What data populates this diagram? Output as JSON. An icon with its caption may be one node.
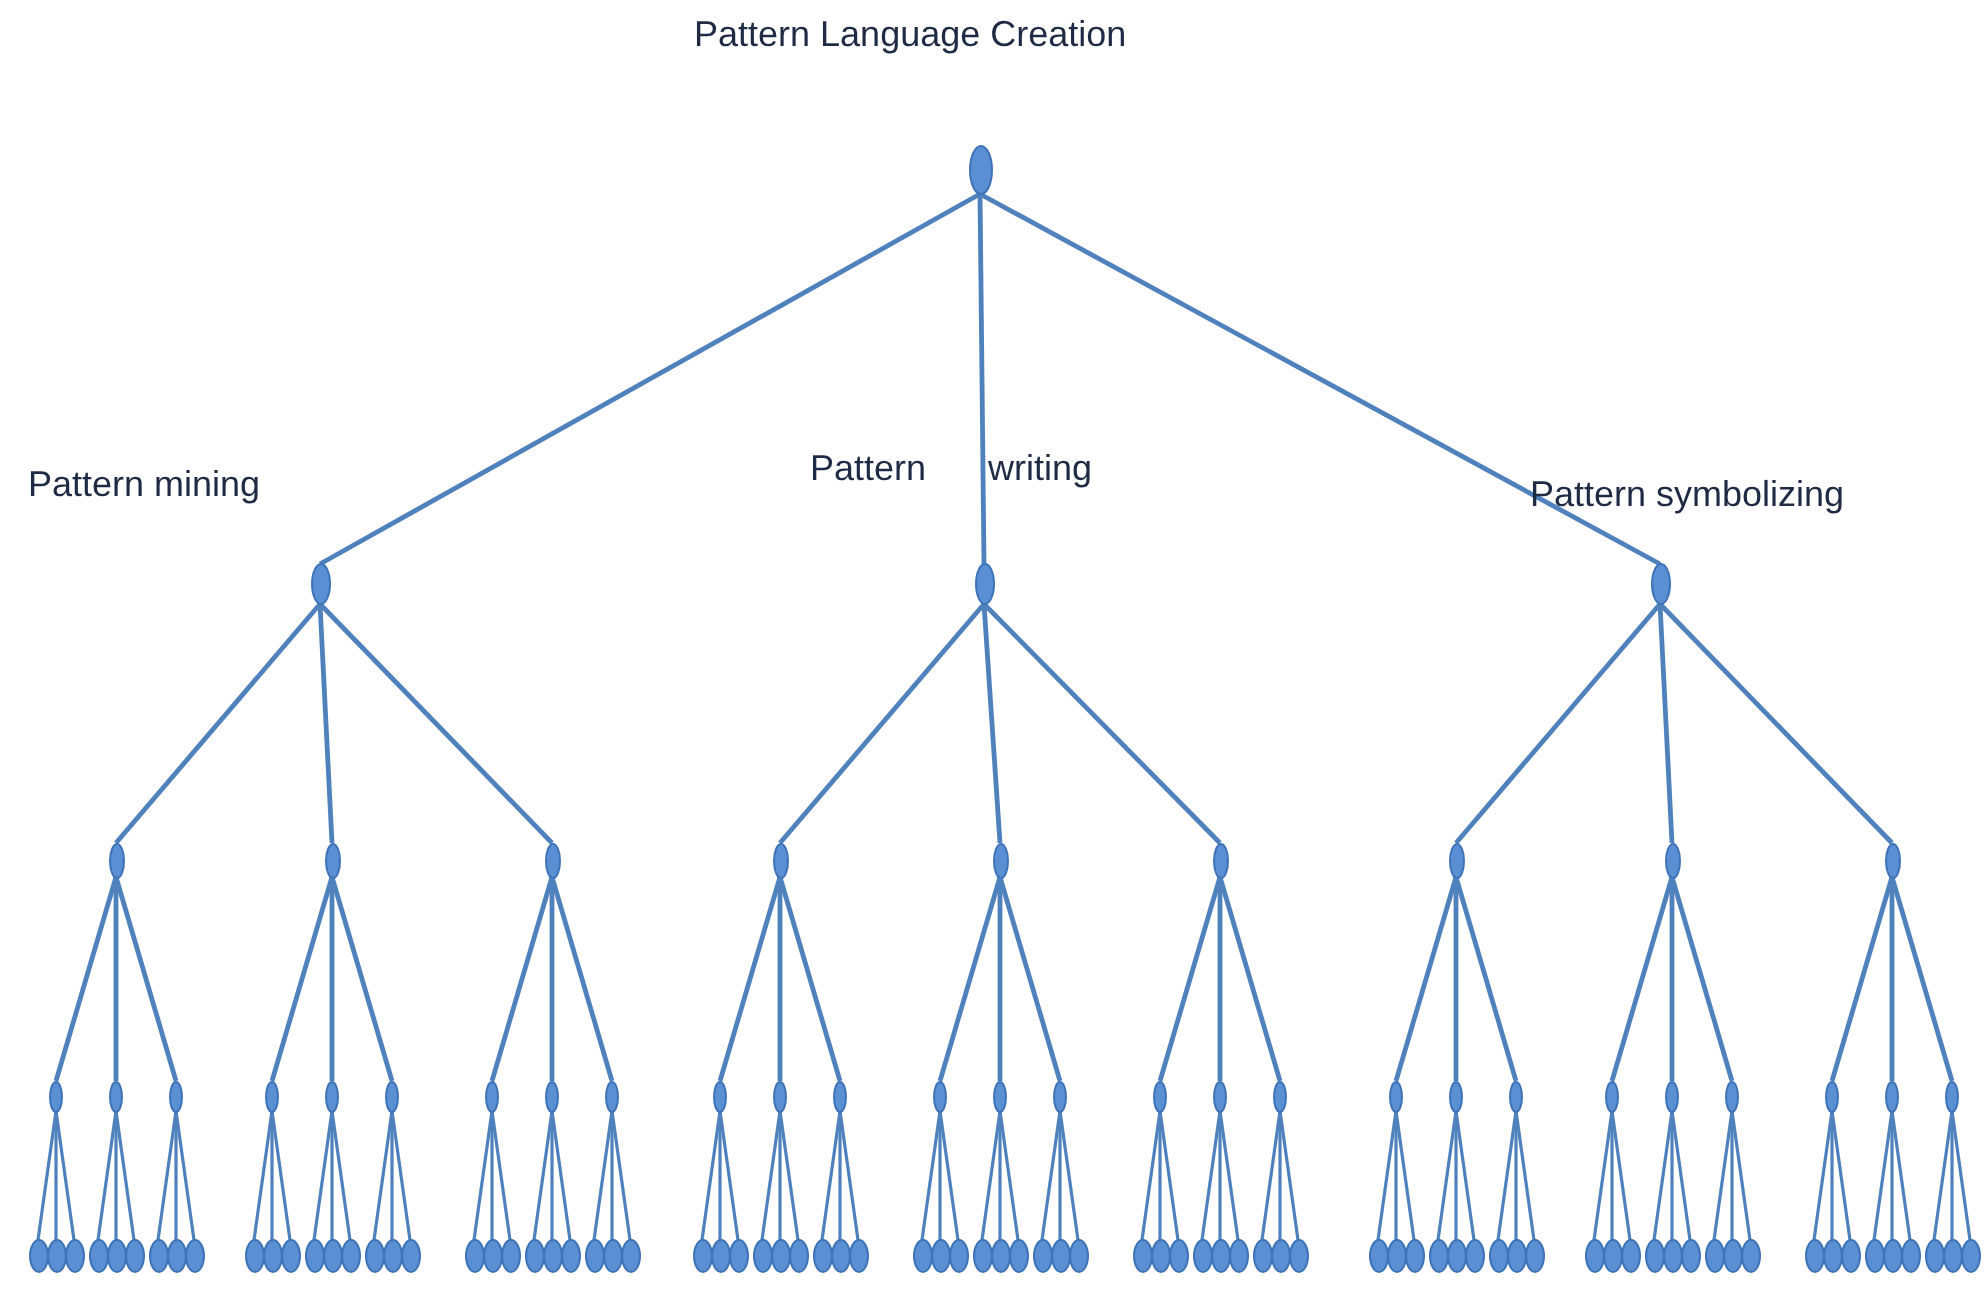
{
  "diagram": {
    "nodes": [
      {
        "text": [
          "Pattern Language Creation"
        ]
      },
      {
        "text": [
          "Pattern mining"
        ]
      },
      {
        "text": [
          "Pattern writing"
        ]
      },
      {
        "text": [
          "Pattern symbolizing"
        ]
      },
      {
        "text": [],
        "shape": "ellipse"
      },
      {
        "text": [],
        "shape": "ellipse"
      },
      {
        "text": [],
        "shape": "ellipse"
      },
      {
        "text": [],
        "shape": "ellipse"
      },
      {
        "text": [],
        "shape": "ellipse"
      },
      {
        "text": [],
        "shape": "ellipse"
      },
      {
        "text": [],
        "shape": "ellipse"
      },
      {
        "text": [],
        "shape": "ellipse"
      },
      {
        "text": [],
        "shape": "ellipse"
      },
      {
        "text": [],
        "shape": "ellipse"
      },
      {
        "text": [],
        "shape": "ellipse"
      },
      {
        "text": [],
        "shape": "ellipse"
      },
      {
        "text": [],
        "shape": "ellipse"
      },
      {
        "text": [],
        "shape": "ellipse"
      },
      {
        "text": [],
        "shape": "ellipse"
      },
      {
        "text": [],
        "shape": "ellipse"
      },
      {
        "text": [],
        "shape": "ellipse"
      },
      {
        "text": [],
        "shape": "ellipse"
      },
      {
        "text": [],
        "shape": "ellipse"
      },
      {
        "text": [],
        "shape": "ellipse"
      },
      {
        "text": [],
        "shape": "ellipse"
      },
      {
        "text": [],
        "shape": "ellipse"
      },
      {
        "text": [],
        "shape": "ellipse"
      },
      {
        "text": [],
        "shape": "ellipse"
      },
      {
        "text": [],
        "shape": "ellipse"
      },
      {
        "text": [],
        "shape": "ellipse"
      },
      {
        "text": [],
        "shape": "ellipse"
      },
      {
        "text": [],
        "shape": "ellipse"
      },
      {
        "text": [],
        "shape": "ellipse"
      },
      {
        "text": [],
        "shape": "ellipse"
      },
      {
        "text": [],
        "shape": "ellipse"
      },
      {
        "text": [],
        "shape": "ellipse"
      },
      {
        "text": [],
        "shape": "ellipse"
      },
      {
        "text": [],
        "shape": "ellipse"
      },
      {
        "text": [],
        "shape": "ellipse"
      },
      {
        "text": [],
        "shape": "ellipse"
      },
      {
        "text": [],
        "shape": "ellipse"
      },
      {
        "text": [],
        "shape": "ellipse"
      },
      {
        "text": [],
        "shape": "ellipse"
      },
      {
        "text": [],
        "shape": "ellipse"
      },
      {
        "text": [],
        "shape": "ellipse"
      },
      {
        "text": [],
        "shape": "ellipse"
      },
      {
        "text": [],
        "shape": "ellipse"
      },
      {
        "text": [],
        "shape": "ellipse"
      },
      {
        "text": [],
        "shape": "ellipse"
      },
      {
        "text": [],
        "shape": "ellipse"
      },
      {
        "text": [],
        "shape": "ellipse"
      },
      {
        "text": [],
        "shape": "ellipse"
      },
      {
        "text": [],
        "shape": "ellipse"
      },
      {
        "text": [],
        "shape": "ellipse"
      },
      {
        "text": [],
        "shape": "ellipse"
      },
      {
        "text": [],
        "shape": "ellipse"
      },
      {
        "text": [],
        "shape": "ellipse"
      },
      {
        "text": [],
        "shape": "ellipse"
      },
      {
        "text": [],
        "shape": "ellipse"
      },
      {
        "text": [],
        "shape": "ellipse"
      },
      {
        "text": [],
        "shape": "ellipse"
      },
      {
        "text": [],
        "shape": "ellipse"
      },
      {
        "text": [],
        "shape": "ellipse"
      },
      {
        "text": [],
        "shape": "ellipse"
      },
      {
        "text": [],
        "shape": "ellipse"
      },
      {
        "text": [],
        "shape": "ellipse"
      },
      {
        "text": [],
        "shape": "ellipse"
      },
      {
        "text": [],
        "shape": "ellipse"
      },
      {
        "text": [],
        "shape": "ellipse"
      },
      {
        "text": [],
        "shape": "ellipse"
      },
      {
        "text": [],
        "shape": "ellipse"
      },
      {
        "text": [],
        "shape": "ellipse"
      },
      {
        "text": [],
        "shape": "ellipse"
      },
      {
        "text": [],
        "shape": "ellipse"
      },
      {
        "text": [],
        "shape": "ellipse"
      },
      {
        "text": [],
        "shape": "ellipse"
      },
      {
        "text": [],
        "shape": "ellipse"
      },
      {
        "text": [],
        "shape": "ellipse"
      },
      {
        "text": [],
        "shape": "ellipse"
      },
      {
        "text": [],
        "shape": "ellipse"
      },
      {
        "text": [],
        "shape": "ellipse"
      },
      {
        "text": [],
        "shape": "ellipse"
      },
      {
        "text": [],
        "shape": "ellipse"
      },
      {
        "text": [],
        "shape": "ellipse"
      },
      {
        "text": [],
        "shape": "ellipse"
      },
      {
        "text": [],
        "shape": "ellipse"
      },
      {
        "text": [],
        "shape": "ellipse"
      },
      {
        "text": [],
        "shape": "ellipse"
      },
      {
        "text": [],
        "shape": "ellipse"
      },
      {
        "text": [],
        "shape": "ellipse"
      },
      {
        "text": [],
        "shape": "ellipse"
      },
      {
        "text": [],
        "shape": "ellipse"
      },
      {
        "text": [],
        "shape": "ellipse"
      },
      {
        "text": [],
        "shape": "ellipse"
      },
      {
        "text": [],
        "shape": "ellipse"
      },
      {
        "text": [],
        "shape": "ellipse"
      },
      {
        "text": [],
        "shape": "ellipse"
      },
      {
        "text": [],
        "shape": "ellipse"
      },
      {
        "text": [],
        "shape": "ellipse"
      },
      {
        "text": [],
        "shape": "ellipse"
      },
      {
        "text": [],
        "shape": "ellipse"
      },
      {
        "text": [],
        "shape": "ellipse"
      },
      {
        "text": [],
        "shape": "ellipse"
      },
      {
        "text": [],
        "shape": "ellipse"
      },
      {
        "text": [],
        "shape": "ellipse"
      },
      {
        "text": [],
        "shape": "ellipse"
      },
      {
        "text": [],
        "shape": "ellipse"
      },
      {
        "text": [],
        "shape": "ellipse"
      },
      {
        "text": [],
        "shape": "ellipse"
      },
      {
        "text": [],
        "shape": "ellipse"
      },
      {
        "text": [],
        "shape": "ellipse"
      },
      {
        "text": [],
        "shape": "ellipse"
      },
      {
        "text": [],
        "shape": "ellipse"
      },
      {
        "text": [],
        "shape": "ellipse"
      },
      {
        "text": [],
        "shape": "ellipse"
      },
      {
        "text": [],
        "shape": "ellipse"
      },
      {
        "text": [],
        "shape": "ellipse"
      },
      {
        "text": [],
        "shape": "ellipse"
      },
      {
        "text": [],
        "shape": "ellipse"
      },
      {
        "text": [],
        "shape": "ellipse"
      },
      {
        "text": [],
        "shape": "ellipse"
      }
    ],
    "edges": [
      {
        "from": 0,
        "to": 1,
        "arrow": "none"
      },
      {
        "from": 0,
        "to": 2,
        "arrow": "none"
      },
      {
        "from": 0,
        "to": 3,
        "arrow": "none"
      },
      {
        "from": 1,
        "to": 4,
        "arrow": "none"
      },
      {
        "from": 1,
        "to": 5,
        "arrow": "none"
      },
      {
        "from": 1,
        "to": 6,
        "arrow": "none"
      },
      {
        "from": 2,
        "to": 7,
        "arrow": "none"
      },
      {
        "from": 2,
        "to": 8,
        "arrow": "none"
      },
      {
        "from": 2,
        "to": 9,
        "arrow": "none"
      },
      {
        "from": 3,
        "to": 10,
        "arrow": "none"
      },
      {
        "from": 3,
        "to": 11,
        "arrow": "none"
      },
      {
        "from": 3,
        "to": 12,
        "arrow": "none"
      },
      {
        "from": 4,
        "to": 13,
        "arrow": "none"
      },
      {
        "from": 4,
        "to": 14,
        "arrow": "none"
      },
      {
        "from": 4,
        "to": 15,
        "arrow": "none"
      },
      {
        "from": 5,
        "to": 16,
        "arrow": "none"
      },
      {
        "from": 5,
        "to": 17,
        "arrow": "none"
      },
      {
        "from": 5,
        "to": 18,
        "arrow": "none"
      },
      {
        "from": 6,
        "to": 19,
        "arrow": "none"
      },
      {
        "from": 6,
        "to": 20,
        "arrow": "none"
      },
      {
        "from": 6,
        "to": 21,
        "arrow": "none"
      },
      {
        "from": 7,
        "to": 22,
        "arrow": "none"
      },
      {
        "from": 7,
        "to": 23,
        "arrow": "none"
      },
      {
        "from": 7,
        "to": 24,
        "arrow": "none"
      },
      {
        "from": 8,
        "to": 25,
        "arrow": "none"
      },
      {
        "from": 8,
        "to": 26,
        "arrow": "none"
      },
      {
        "from": 8,
        "to": 27,
        "arrow": "none"
      },
      {
        "from": 9,
        "to": 28,
        "arrow": "none"
      },
      {
        "from": 9,
        "to": 29,
        "arrow": "none"
      },
      {
        "from": 9,
        "to": 30,
        "arrow": "none"
      },
      {
        "from": 10,
        "to": 31,
        "arrow": "none"
      },
      {
        "from": 10,
        "to": 32,
        "arrow": "none"
      },
      {
        "from": 10,
        "to": 33,
        "arrow": "none"
      },
      {
        "from": 11,
        "to": 34,
        "arrow": "none"
      },
      {
        "from": 11,
        "to": 35,
        "arrow": "none"
      },
      {
        "from": 11,
        "to": 36,
        "arrow": "none"
      },
      {
        "from": 12,
        "to": 37,
        "arrow": "none"
      },
      {
        "from": 12,
        "to": 38,
        "arrow": "none"
      },
      {
        "from": 12,
        "to": 39,
        "arrow": "none"
      },
      {
        "from": 13,
        "to": 40,
        "arrow": "none"
      },
      {
        "from": 13,
        "to": 41,
        "arrow": "none"
      },
      {
        "from": 13,
        "to": 42,
        "arrow": "none"
      },
      {
        "from": 14,
        "to": 43,
        "arrow": "none"
      },
      {
        "from": 14,
        "to": 44,
        "arrow": "none"
      },
      {
        "from": 14,
        "to": 45,
        "arrow": "none"
      },
      {
        "from": 15,
        "to": 46,
        "arrow": "none"
      },
      {
        "from": 15,
        "to": 47,
        "arrow": "none"
      },
      {
        "from": 15,
        "to": 48,
        "arrow": "none"
      },
      {
        "from": 16,
        "to": 49,
        "arrow": "none"
      },
      {
        "from": 16,
        "to": 50,
        "arrow": "none"
      },
      {
        "from": 16,
        "to": 51,
        "arrow": "none"
      },
      {
        "from": 17,
        "to": 52,
        "arrow": "none"
      },
      {
        "from": 17,
        "to": 53,
        "arrow": "none"
      },
      {
        "from": 17,
        "to": 54,
        "arrow": "none"
      },
      {
        "from": 18,
        "to": 55,
        "arrow": "none"
      },
      {
        "from": 18,
        "to": 56,
        "arrow": "none"
      },
      {
        "from": 18,
        "to": 57,
        "arrow": "none"
      },
      {
        "from": 19,
        "to": 58,
        "arrow": "none"
      },
      {
        "from": 19,
        "to": 59,
        "arrow": "none"
      },
      {
        "from": 19,
        "to": 60,
        "arrow": "none"
      },
      {
        "from": 20,
        "to": 61,
        "arrow": "none"
      },
      {
        "from": 20,
        "to": 62,
        "arrow": "none"
      },
      {
        "from": 20,
        "to": 63,
        "arrow": "none"
      },
      {
        "from": 21,
        "to": 64,
        "arrow": "none"
      },
      {
        "from": 21,
        "to": 65,
        "arrow": "none"
      },
      {
        "from": 21,
        "to": 66,
        "arrow": "none"
      },
      {
        "from": 22,
        "to": 67,
        "arrow": "none"
      },
      {
        "from": 22,
        "to": 68,
        "arrow": "none"
      },
      {
        "from": 22,
        "to": 69,
        "arrow": "none"
      },
      {
        "from": 23,
        "to": 70,
        "arrow": "none"
      },
      {
        "from": 23,
        "to": 71,
        "arrow": "none"
      },
      {
        "from": 23,
        "to": 72,
        "arrow": "none"
      },
      {
        "from": 24,
        "to": 73,
        "arrow": "none"
      },
      {
        "from": 24,
        "to": 74,
        "arrow": "none"
      },
      {
        "from": 24,
        "to": 75,
        "arrow": "none"
      },
      {
        "from": 25,
        "to": 76,
        "arrow": "none"
      },
      {
        "from": 25,
        "to": 77,
        "arrow": "none"
      },
      {
        "from": 25,
        "to": 78,
        "arrow": "none"
      },
      {
        "from": 26,
        "to": 79,
        "arrow": "none"
      },
      {
        "from": 26,
        "to": 80,
        "arrow": "none"
      },
      {
        "from": 26,
        "to": 81,
        "arrow": "none"
      },
      {
        "from": 27,
        "to": 82,
        "arrow": "none"
      },
      {
        "from": 27,
        "to": 83,
        "arrow": "none"
      },
      {
        "from": 27,
        "to": 84,
        "arrow": "none"
      },
      {
        "from": 28,
        "to": 85,
        "arrow": "none"
      },
      {
        "from": 28,
        "to": 86,
        "arrow": "none"
      },
      {
        "from": 28,
        "to": 87,
        "arrow": "none"
      },
      {
        "from": 29,
        "to": 88,
        "arrow": "none"
      },
      {
        "from": 29,
        "to": 89,
        "arrow": "none"
      },
      {
        "from": 29,
        "to": 90,
        "arrow": "none"
      },
      {
        "from": 30,
        "to": 91,
        "arrow": "none"
      },
      {
        "from": 30,
        "to": 92,
        "arrow": "none"
      },
      {
        "from": 30,
        "to": 93,
        "arrow": "none"
      },
      {
        "from": 31,
        "to": 94,
        "arrow": "none"
      },
      {
        "from": 31,
        "to": 95,
        "arrow": "none"
      },
      {
        "from": 31,
        "to": 96,
        "arrow": "none"
      },
      {
        "from": 32,
        "to": 97,
        "arrow": "none"
      },
      {
        "from": 32,
        "to": 98,
        "arrow": "none"
      },
      {
        "from": 32,
        "to": 99,
        "arrow": "none"
      },
      {
        "from": 33,
        "to": 100,
        "arrow": "none"
      },
      {
        "from": 33,
        "to": 101,
        "arrow": "none"
      },
      {
        "from": 33,
        "to": 102,
        "arrow": "none"
      },
      {
        "from": 34,
        "to": 103,
        "arrow": "none"
      },
      {
        "from": 34,
        "to": 104,
        "arrow": "none"
      },
      {
        "from": 34,
        "to": 105,
        "arrow": "none"
      },
      {
        "from": 35,
        "to": 106,
        "arrow": "none"
      },
      {
        "from": 35,
        "to": 107,
        "arrow": "none"
      },
      {
        "from": 35,
        "to": 108,
        "arrow": "none"
      },
      {
        "from": 36,
        "to": 109,
        "arrow": "none"
      },
      {
        "from": 36,
        "to": 110,
        "arrow": "none"
      },
      {
        "from": 36,
        "to": 111,
        "arrow": "none"
      },
      {
        "from": 37,
        "to": 112,
        "arrow": "none"
      },
      {
        "from": 37,
        "to": 113,
        "arrow": "none"
      },
      {
        "from": 37,
        "to": 114,
        "arrow": "none"
      },
      {
        "from": 38,
        "to": 115,
        "arrow": "none"
      },
      {
        "from": 38,
        "to": 116,
        "arrow": "none"
      },
      {
        "from": 38,
        "to": 117,
        "arrow": "none"
      },
      {
        "from": 39,
        "to": 118,
        "arrow": "none"
      },
      {
        "from": 39,
        "to": 119,
        "arrow": "none"
      },
      {
        "from": 39,
        "to": 120,
        "arrow": "none"
      }
    ]
  }
}
